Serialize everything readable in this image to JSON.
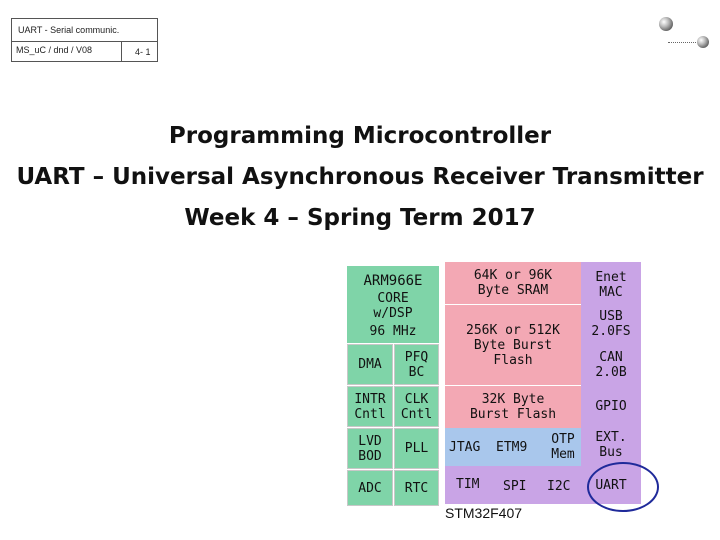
{
  "header": {
    "course": "UART - Serial communic.",
    "code": "MS_uC / dnd / V08",
    "page": "4- 1"
  },
  "title": {
    "line1": "Programming Microcontroller",
    "line2": "UART – Universal Asynchronous Receiver Transmitter",
    "line3": "Week 4 – Spring Term 2017"
  },
  "diagram": {
    "core_title": "ARM966E",
    "core_sub": "CORE w/DSP",
    "core_freq": "96 MHz",
    "dma": "DMA",
    "pfq": "PFQ BC",
    "intr": "INTR Cntl",
    "clk": "CLK Cntl",
    "lvd": "LVD BOD",
    "pll": "PLL",
    "adc": "ADC",
    "rtc": "RTC",
    "sram": "64K or 96K Byte SRAM",
    "burst": "256K or 512K Byte Burst Flash",
    "flash32": "32K Byte Burst Flash",
    "jtag": "JTAG",
    "etm": "ETM9",
    "otp": "OTP Mem",
    "tim": "TIM",
    "spi": "SPI",
    "i2c": "I2C",
    "enet": "Enet MAC",
    "usb": "USB 2.0FS",
    "can": "CAN 2.0B",
    "gpio": "GPIO",
    "ext": "EXT. Bus",
    "uart": "UART",
    "chip_name": "STM32F407"
  },
  "colors": {
    "core": "#7fd4a8",
    "memory": "#f3a8b4",
    "debug": "#a9c7ec",
    "peripheral": "#c9a4e6",
    "highlight": "#1f2a9a"
  }
}
